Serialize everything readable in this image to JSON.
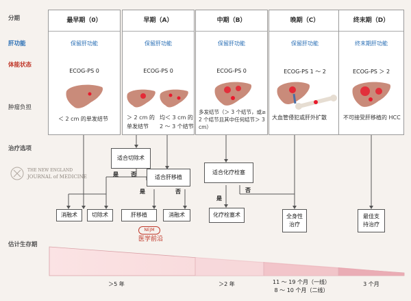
{
  "row_labels": {
    "stage": "分期",
    "liver_function": "肝功能",
    "performance_status": "体能状态",
    "tumor_burden": "肿瘤负担",
    "treatment": "治疗选项",
    "survival": "估计生存期"
  },
  "stages": [
    {
      "title": "最早期（0）",
      "function": "保留肝功能",
      "ecog": "ECOG-PS 0",
      "desc": "＜ 2 cm 的单发结节"
    },
    {
      "title": "早期（A）",
      "function": "保留肝功能",
      "ecog": "ECOG-PS 0",
      "desc_a": "＞ 2 cm 的单发结节",
      "desc_b": "均＜ 3 cm 的 2 ～ 3 个结节"
    },
    {
      "title": "中期（B）",
      "function": "保留肝功能",
      "ecog": "ECOG-PS 0",
      "desc": "多发结节（＞ 3 个结节，或≥ 2 个结节且其中任何结节＞ 3 cm）"
    },
    {
      "title": "晚期（C）",
      "function": "保留肝功能",
      "ecog": "ECOG-PS 1 ～ 2",
      "desc": "大血管侵犯或肝外扩散"
    },
    {
      "title": "终末期（D）",
      "function": "终末期肝功能",
      "ecog": "ECOG-PS ＞ 2",
      "desc": "不可接受肝移植的 HCC"
    }
  ],
  "decisions": {
    "resection_fit": "适合切除术",
    "transplant_fit": "适合肝移植",
    "chemoembol_fit": "适合化疗栓塞",
    "yes": "是",
    "no": "否"
  },
  "treatments": {
    "ablation_a": "消融术",
    "resection": "切除术",
    "transplant": "肝移植",
    "ablation_b": "消融术",
    "chemoembolization": "化疗栓塞术",
    "systemic": "全身性治疗",
    "best_support": "最佳支持治疗"
  },
  "survival": {
    "s1": "＞5 年",
    "s2": "＞2 年",
    "s3_line1": "11 ～ 19 个月（一线）",
    "s3_line2": "8 ～ 10 个月（二线）",
    "s4": "3 个月"
  },
  "logos": {
    "nejm_line1": "THE NEW ENGLAND",
    "nejm_line2": "JOURNAL of MEDICINE",
    "nejm_cn_badge": "NEJM",
    "nejm_cn": "医学前沿"
  },
  "colors": {
    "accent_blue": "#2a6fb5",
    "accent_red": "#c0392b",
    "liver": "#c98b7a",
    "lesion": "#e8192c"
  }
}
